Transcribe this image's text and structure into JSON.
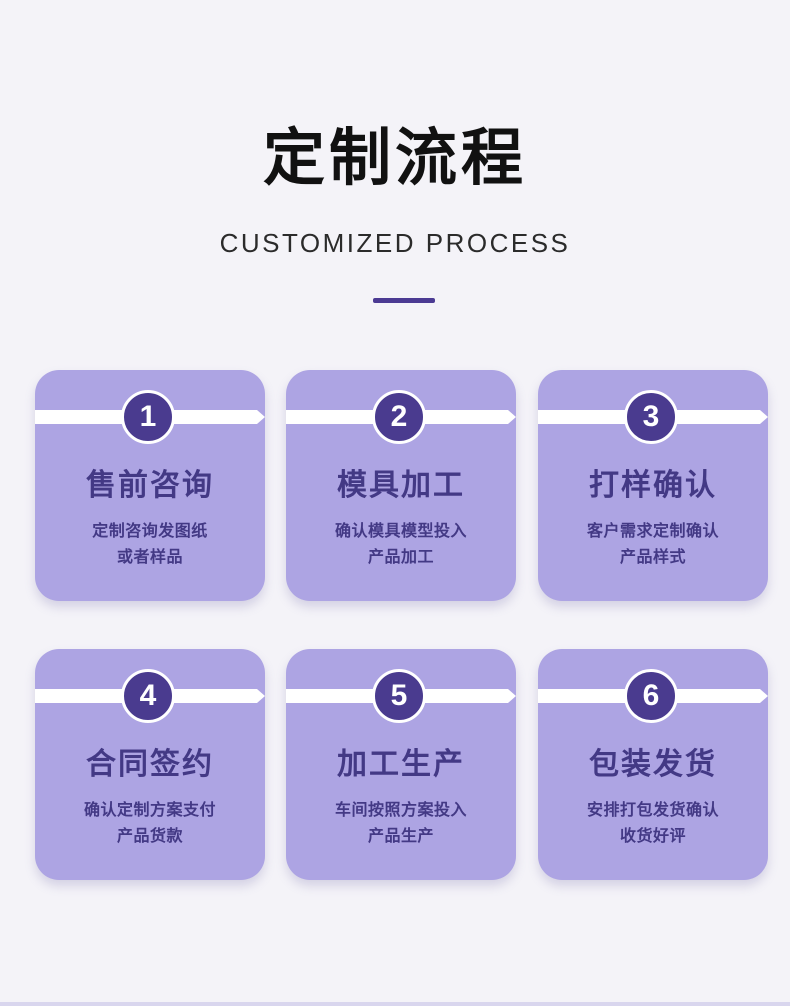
{
  "header": {
    "title": "定制流程",
    "subtitle": "CUSTOMIZED PROCESS"
  },
  "colors": {
    "background": "#f4f3f8",
    "card": "#ada4e3",
    "accent": "#4a3b8f",
    "text": "#433985"
  },
  "steps": [
    {
      "number": "1",
      "title": "售前咨询",
      "desc1": "定制咨询发图纸",
      "desc2": "或者样品"
    },
    {
      "number": "2",
      "title": "模具加工",
      "desc1": "确认模具模型投入",
      "desc2": "产品加工"
    },
    {
      "number": "3",
      "title": "打样确认",
      "desc1": "客户需求定制确认",
      "desc2": "产品样式"
    },
    {
      "number": "4",
      "title": "合同签约",
      "desc1": "确认定制方案支付",
      "desc2": "产品货款"
    },
    {
      "number": "5",
      "title": "加工生产",
      "desc1": "车间按照方案投入",
      "desc2": "产品生产"
    },
    {
      "number": "6",
      "title": "包装发货",
      "desc1": "安排打包发货确认",
      "desc2": "收货好评"
    }
  ]
}
